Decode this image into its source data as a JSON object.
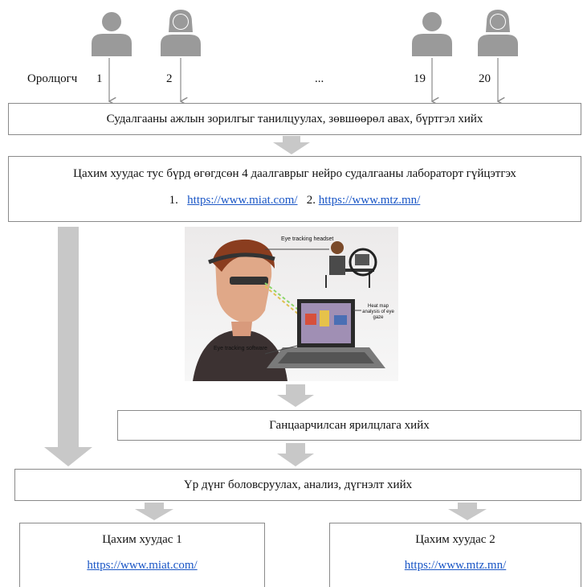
{
  "participants": {
    "prefix": "Оролцогч",
    "items": [
      {
        "label": "1",
        "gender": "male"
      },
      {
        "label": "2",
        "gender": "female"
      },
      {
        "label": "...",
        "gender": "none"
      },
      {
        "label": "19",
        "gender": "male"
      },
      {
        "label": "20",
        "gender": "female"
      }
    ]
  },
  "steps": {
    "intro": "Судалгааны ажлын зорилгыг танилцуулах, зөвшөөрөл авах, бүртгэл хийх",
    "tasks": "Цахим хуудас тус бүрд өгөгдсөн 4 даалгаврыг нейро судалгааны лабораторт гүйцэтгэх",
    "tasks_link1_num": "1.",
    "tasks_link1": "https://www.miat.com/",
    "tasks_link2_num": "2.",
    "tasks_link2": "https://www.mtz.mn/",
    "interview": "Ганцаарчилсан ярилцлага хийх",
    "analysis": "Үр дүнг боловсруулах, анализ, дүгнэлт хийх"
  },
  "illustration": {
    "headset_label": "Eye tracking headset",
    "heatmap_label": "Heat map analysis of eye gaze",
    "software_label": "Eye tracking software"
  },
  "outputs": [
    {
      "title": "Цахим хуудас 1",
      "url": "https://www.miat.com/"
    },
    {
      "title": "Цахим хуудас 2",
      "url": "https://www.mtz.mn/"
    }
  ],
  "colors": {
    "arrow": "#c8c8c8",
    "border": "#8a8a8a",
    "link": "#1a56c6",
    "person": "#9a9a9a"
  }
}
